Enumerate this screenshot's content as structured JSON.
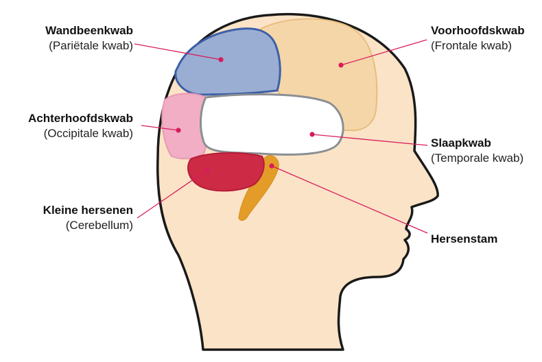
{
  "labels": {
    "parietal": {
      "name": "Wandbeenkwab",
      "sub": "(Pariëtale kwab)"
    },
    "occipital": {
      "name": "Achterhoofdskwab",
      "sub": "(Occipitale kwab)"
    },
    "cerebellum": {
      "name": "Kleine hersenen",
      "sub": "(Cerebellum)"
    },
    "frontal": {
      "name": "Voorhoofdskwab",
      "sub": "(Frontale kwab)"
    },
    "temporal": {
      "name": "Slaapkwab",
      "sub": "(Temporale kwab)"
    },
    "stem": {
      "name": "Hersenstam"
    }
  },
  "colors": {
    "skin": "#fae3c6",
    "outline": "#1a1a1a",
    "parietal": "#9aaed3",
    "frontal": "#f5d6a8",
    "occipital": "#f1aec4",
    "temporal": "#ffffff",
    "cerebellum": "#cc2a45",
    "stem": "#e39c28",
    "leader": "#d81b5b"
  }
}
